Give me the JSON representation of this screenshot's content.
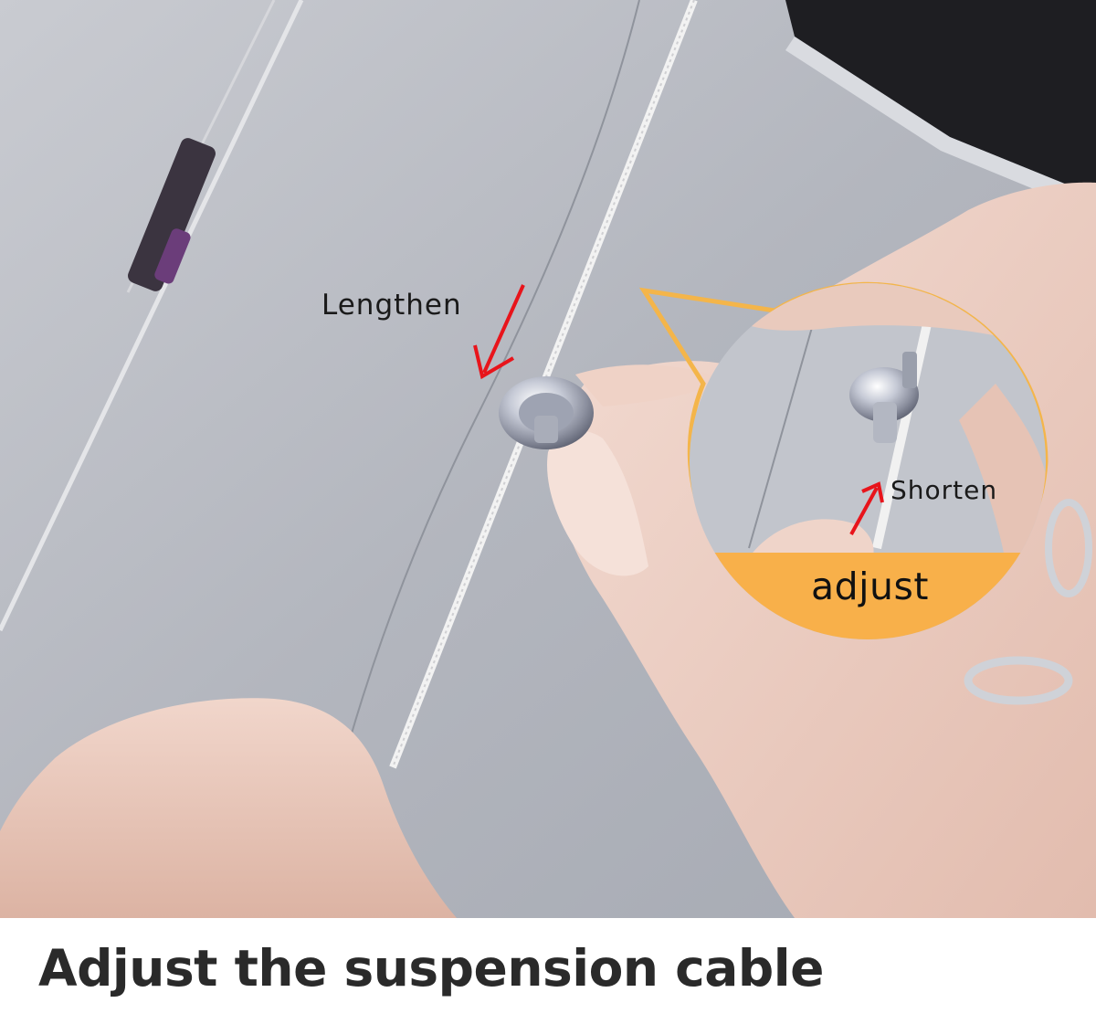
{
  "photo": {
    "labels": {
      "lengthen": "Lengthen",
      "shorten": "Shorten",
      "adjust": "adjust"
    }
  },
  "caption": "Adjust the suspension cable",
  "colors": {
    "arrow": "#e8141b",
    "callout_outline": "#f4b54a",
    "callout_band": "#f8b04a",
    "background_gray": "#b9bcc3",
    "caption_text": "#2a2a2a"
  }
}
